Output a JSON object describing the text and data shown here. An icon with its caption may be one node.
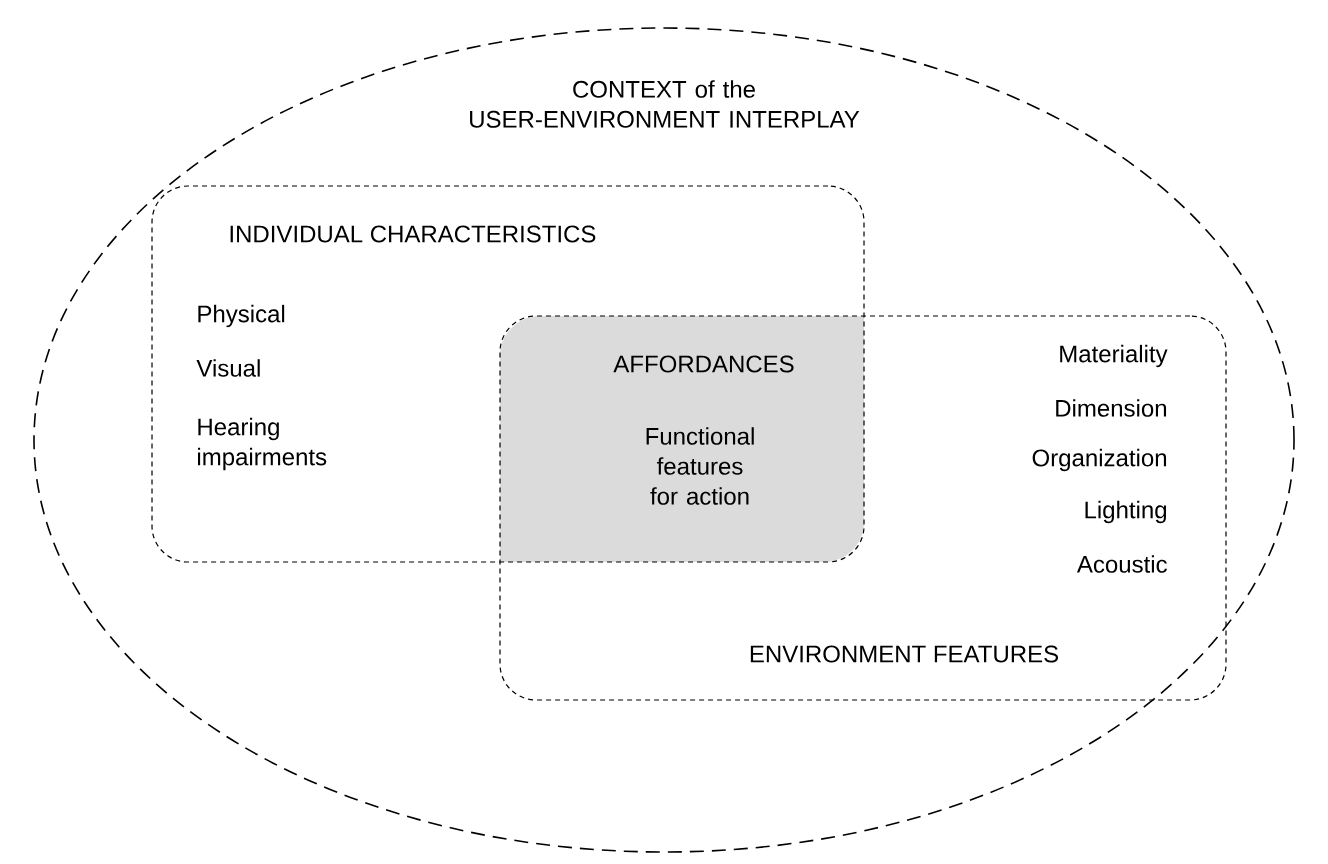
{
  "diagram": {
    "nodes": [
      {
        "text": [
          "CONTEXT of the USER-ENVIRONMENT INTERPLAY"
        ]
      },
      {
        "text": [
          "INDIVIDUAL CHARACTERISTICS",
          "Physical",
          "Visual",
          "Hearing impairments"
        ],
        "in": 0
      },
      {
        "text": [
          "Materiality",
          "Dimension",
          "Organization",
          "Lighting",
          "Acoustic",
          "ENVIRONMENT FEATURES"
        ],
        "in": 0
      },
      {
        "text": [
          "AFFORDANCES",
          "Functional features for action"
        ]
      }
    ],
    "edges": []
  }
}
